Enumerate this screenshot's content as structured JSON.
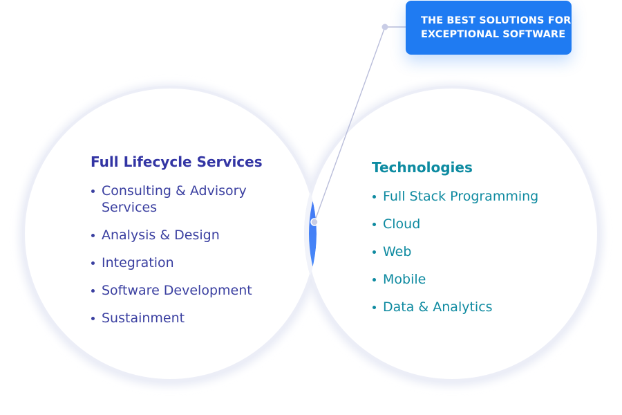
{
  "callout": {
    "line1": "THE BEST SOLUTIONS FOR",
    "line2": "EXCEPTIONAL SOFTWARE"
  },
  "left": {
    "title": "Full Lifecycle Services",
    "items": [
      "Consulting & Advisory Services",
      "Analysis & Design",
      "Integration",
      "Software Development",
      "Sustainment"
    ]
  },
  "right": {
    "title": "Technologies",
    "items": [
      "Full Stack Programming",
      "Cloud",
      "Web",
      "Mobile",
      "Data & Analytics"
    ]
  },
  "colors": {
    "accent": "#1f7bf2",
    "left_text": "#3335a4",
    "right_text": "#0d8ba1",
    "lens_top": "#3a66f0",
    "lens_bottom": "#4a9cff"
  }
}
